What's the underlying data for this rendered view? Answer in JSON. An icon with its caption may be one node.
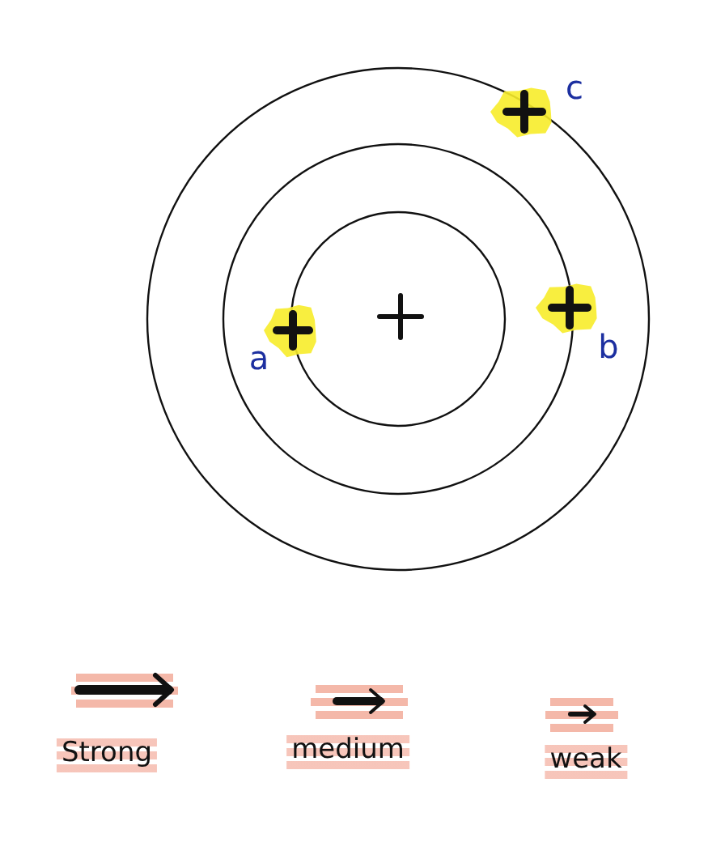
{
  "diagram": {
    "labels": [
      "c",
      "a",
      "b"
    ],
    "legend": [
      {
        "text": "Strong"
      },
      {
        "text": "medium"
      },
      {
        "text": "weak"
      }
    ]
  }
}
